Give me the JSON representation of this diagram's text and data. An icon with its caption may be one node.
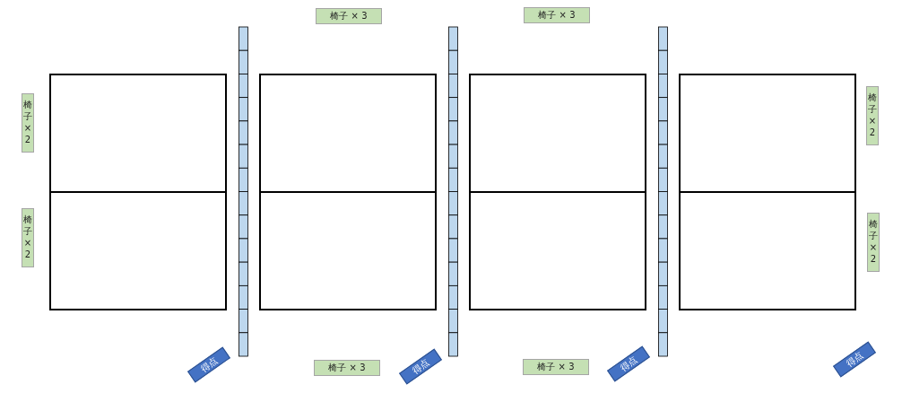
{
  "diagram": {
    "nodes": [
      {
        "text": [
          "椅子 × 3"
        ]
      },
      {
        "text": [
          "椅子 × 3"
        ]
      },
      {
        "text": [
          "椅子 × 2"
        ]
      },
      {
        "text": [
          "椅子 × 2"
        ]
      },
      {
        "text": [
          "椅子 × 2"
        ]
      },
      {
        "text": [
          "椅子 × 2"
        ]
      },
      {
        "text": [
          "椅子 × 3"
        ]
      },
      {
        "text": [
          "椅子 × 3"
        ]
      },
      {
        "text": [
          "得点"
        ]
      },
      {
        "text": [
          "得点"
        ]
      },
      {
        "text": [
          "得点"
        ]
      },
      {
        "text": [
          "得点"
        ]
      }
    ]
  }
}
